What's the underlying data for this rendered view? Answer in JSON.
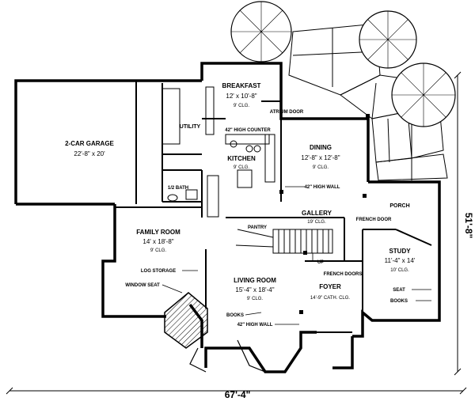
{
  "rooms": {
    "garage": {
      "name": "2-CAR GARAGE",
      "dims": "22'-8\" x 20'"
    },
    "breakfast": {
      "name": "BREAKFAST",
      "dims": "12' x 10'-8\"",
      "clg": "9' CLG."
    },
    "utility": {
      "name": "UTILITY"
    },
    "kitchen": {
      "name": "KITCHEN",
      "clg": "9' CLG."
    },
    "dining": {
      "name": "DINING",
      "dims": "12'-8\" x 12'-8\"",
      "clg": "9' CLG."
    },
    "half_bath": {
      "name": "1/2 BATH"
    },
    "family": {
      "name": "FAMILY ROOM",
      "dims": "14' x 18'-8\"",
      "clg": "9' CLG."
    },
    "gallery": {
      "name": "GALLERY",
      "clg": "19' CLG."
    },
    "porch": {
      "name": "PORCH"
    },
    "pantry": {
      "name": "PANTRY"
    },
    "study": {
      "name": "STUDY",
      "dims": "11'-4\" x 14'",
      "clg": "10' CLG."
    },
    "living": {
      "name": "LIVING ROOM",
      "dims": "15'-4\" x 18'-4\"",
      "clg": "9' CLG."
    },
    "foyer": {
      "name": "FOYER",
      "clg": "14'-9\" CATH. CLG."
    }
  },
  "notes": {
    "atrium_door": "ATRIUM DOOR",
    "high_counter": "42\" HIGH COUNTER",
    "high_wall_dining": "42\" HIGH WALL",
    "french_door": "FRENCH DOOR",
    "french_doors": "FRENCH DOORS",
    "log_storage": "LOG STORAGE",
    "window_seat": "WINDOW SEAT",
    "books_living": "BOOKS",
    "high_wall_living": "42\" HIGH WALL",
    "up": "UP",
    "seat": "SEAT",
    "books_study": "BOOKS"
  },
  "dimensions": {
    "width": "67'-4\"",
    "depth": "51'-8\""
  }
}
